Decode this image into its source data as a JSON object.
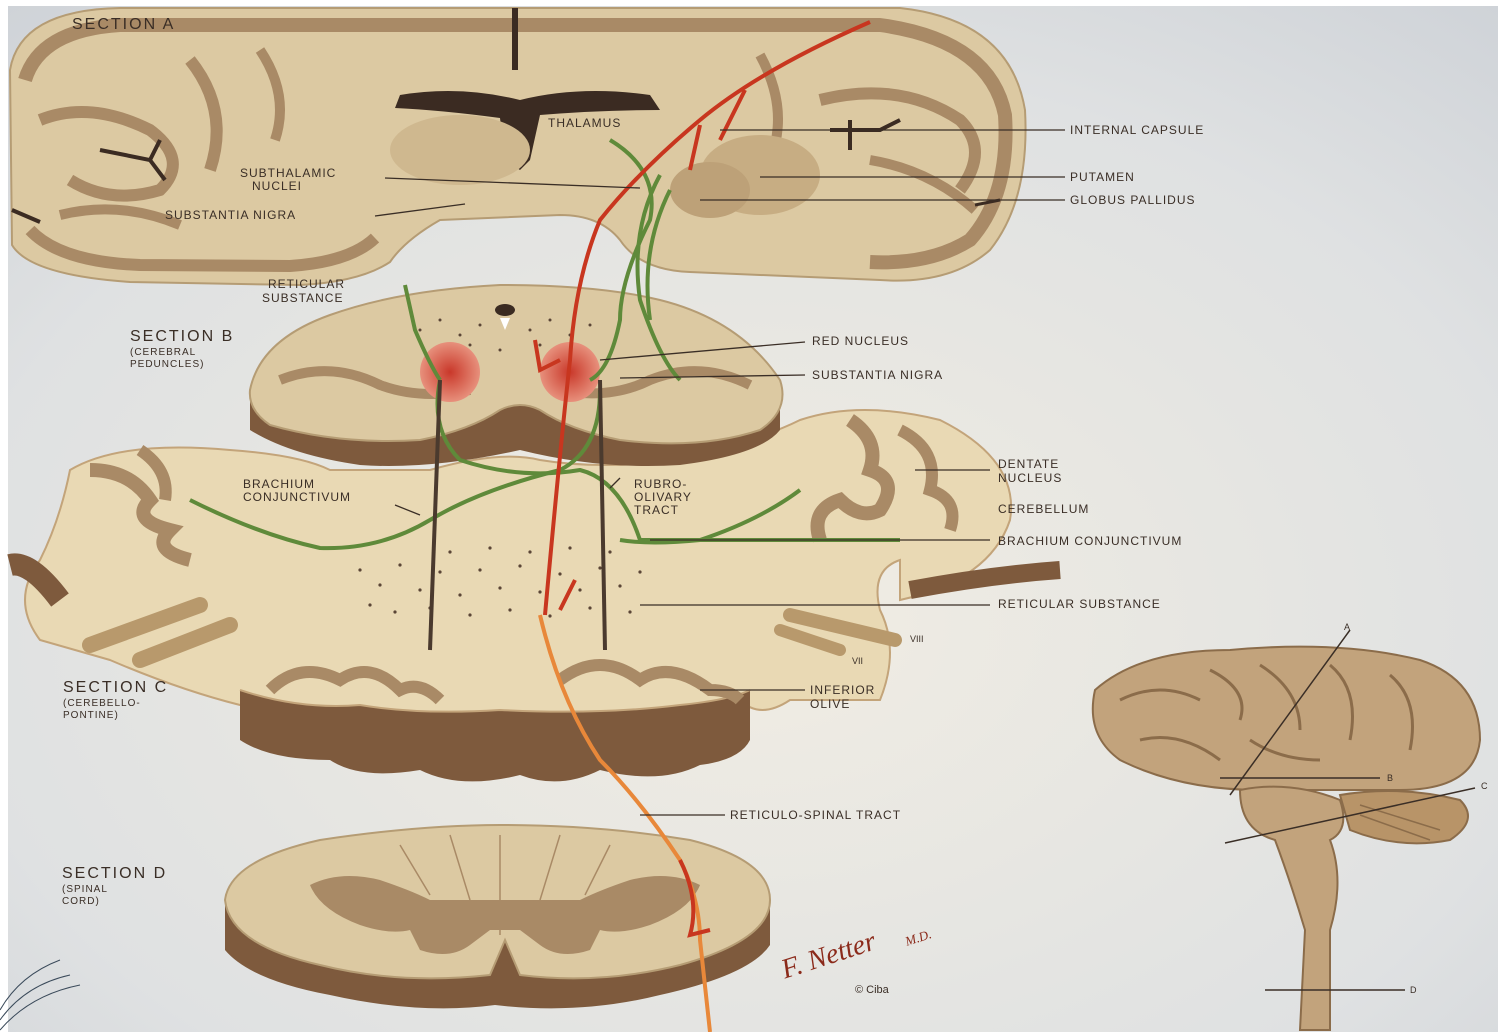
{
  "sections": {
    "a": {
      "title": "SECTION A"
    },
    "b": {
      "title": "SECTION B",
      "subtitle": [
        "(CEREBRAL",
        "PEDUNCLES)"
      ]
    },
    "c": {
      "title": "SECTION C",
      "subtitle": [
        "(CEREBELLO-",
        "PONTINE)"
      ]
    },
    "d": {
      "title": "SECTION D",
      "subtitle": [
        "(SPINAL",
        "CORD)"
      ]
    }
  },
  "labels": {
    "thalamus": "THALAMUS",
    "internal_capsule": "INTERNAL CAPSULE",
    "subthalamic_1": "SUBTHALAMIC",
    "subthalamic_2": "NUCLEI",
    "putamen": "PUTAMEN",
    "substantia_nigra_a": "SUBSTANTIA NIGRA",
    "globus_pallidus": "GLOBUS PALLIDUS",
    "reticular_substance_b_1": "RETICULAR",
    "reticular_substance_b_2": "SUBSTANCE",
    "red_nucleus": "RED NUCLEUS",
    "substantia_nigra_b": "SUBSTANTIA NIGRA",
    "brachium_1": "BRACHIUM",
    "brachium_2": "CONJUNCTIVUM",
    "rubro_1": "RUBRO-",
    "rubro_2": "OLIVARY",
    "rubro_3": "TRACT",
    "dentate_1": "DENTATE",
    "dentate_2": "NUCLEUS",
    "cerebellum": "CEREBELLUM",
    "brachium_right": "BRACHIUM CONJUNCTIVUM",
    "reticular_substance_c": "RETICULAR SUBSTANCE",
    "viii": "VIII",
    "vii": "VII",
    "inferior_olive_1": "INFERIOR",
    "inferior_olive_2": "OLIVE",
    "reticulospinal": "RETICULO-SPINAL TRACT"
  },
  "inset": {
    "a": "A",
    "b": "B",
    "c": "C",
    "d": "D"
  },
  "signature": {
    "name": "F. Netter",
    "md": "M.D.",
    "copyright": "© Ciba"
  },
  "colors": {
    "tissue": "#dcc9a2",
    "grey_matter": "#a98a66",
    "green_tract": "#5f8a3a",
    "red_tract": "#c8361f",
    "orange_tract": "#e8883a",
    "red_nucleus": "#e07560"
  }
}
